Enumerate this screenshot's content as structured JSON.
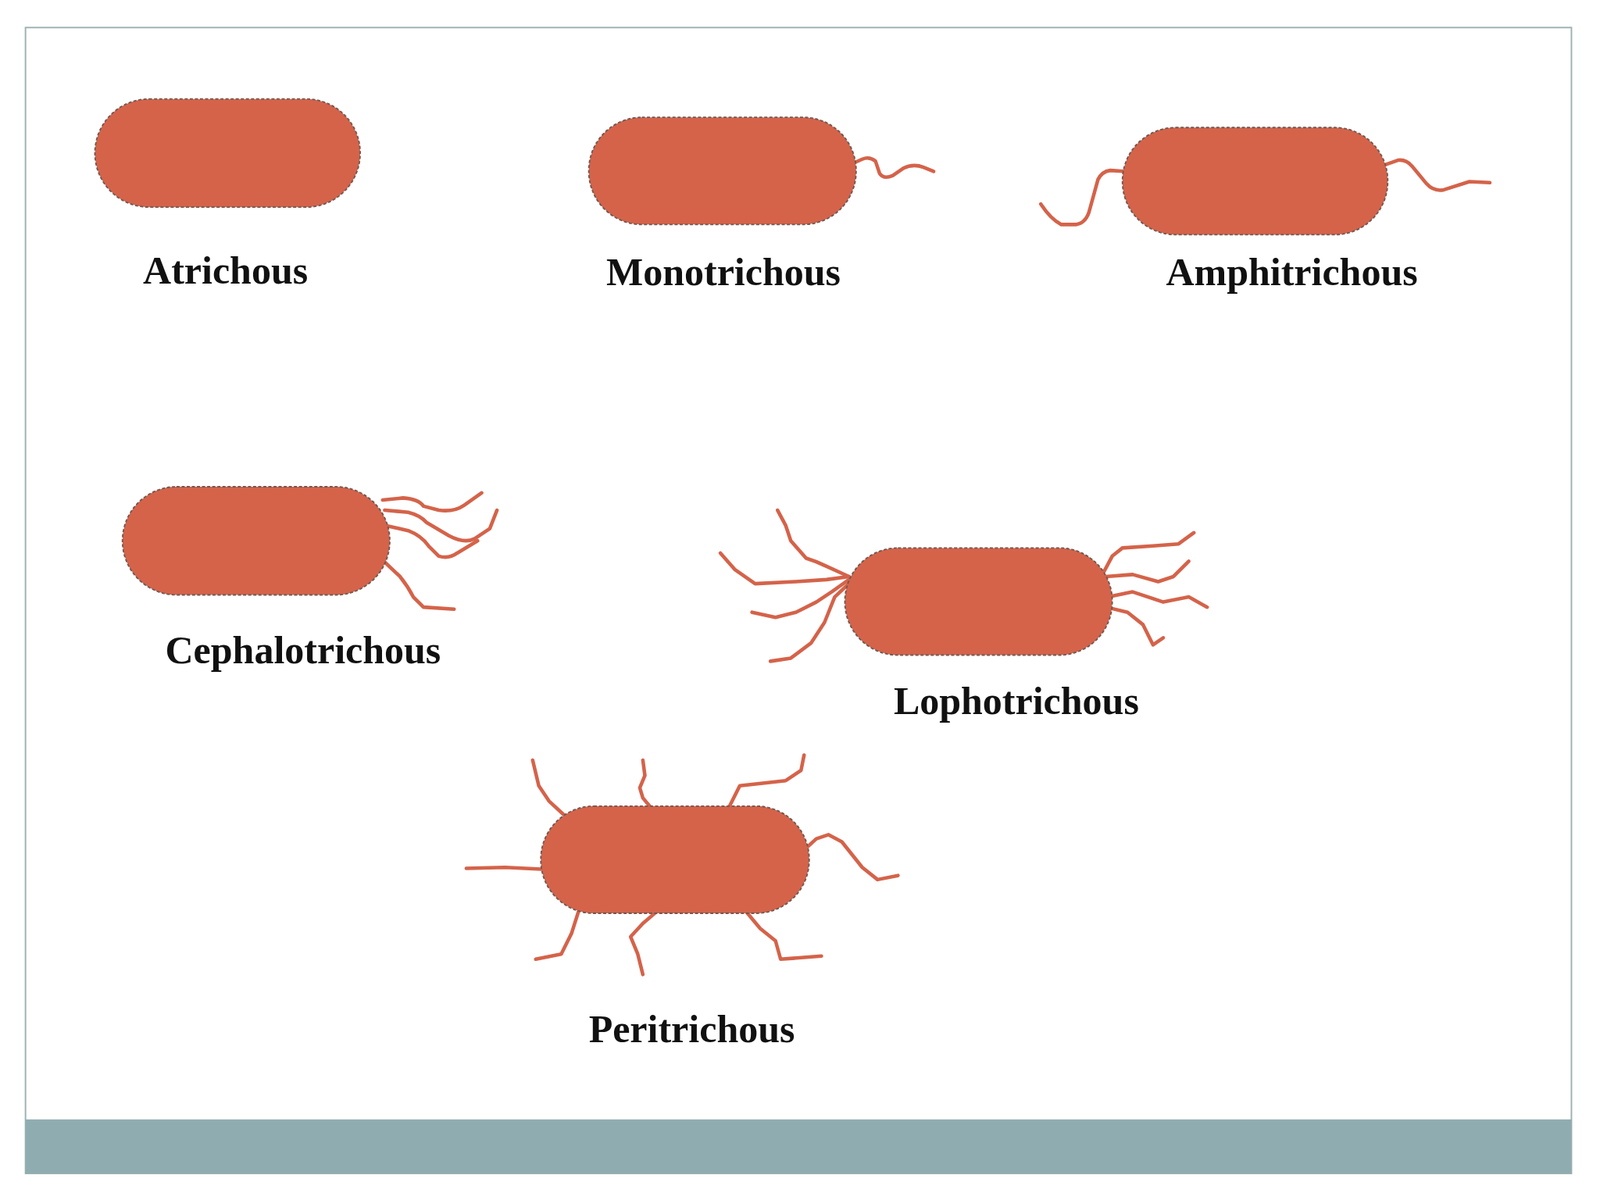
{
  "diagram": {
    "labels": [
      "Atrichous",
      "Monotrichous",
      "Amphitrichous",
      "Cephalotrichous",
      "Lophotrichous",
      "Peritrichous"
    ]
  }
}
